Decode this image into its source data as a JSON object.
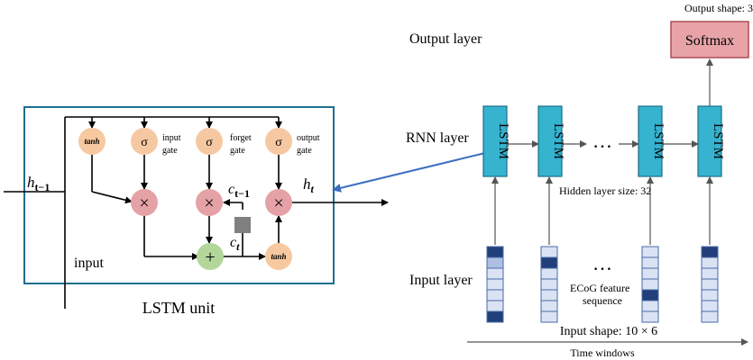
{
  "lstm_unit": {
    "caption": "LSTM unit",
    "h_prev": "h",
    "h_prev_sub": "t−1",
    "h_out": "h",
    "h_out_sub": "t",
    "c_prev": "c",
    "c_prev_sub": "t−1",
    "c_cur": "c",
    "c_cur_sub": "t",
    "input_label": "input",
    "tanh_top": "tanh",
    "tanh_bottom": "tanh",
    "sigma_symbol": "σ",
    "times_symbol": "×",
    "plus_symbol": "+",
    "input_gate": [
      "input",
      "gate"
    ],
    "forget_gate": [
      "forget",
      "gate"
    ],
    "output_gate": [
      "output",
      "gate"
    ]
  },
  "network": {
    "output_layer_label": "Output layer",
    "rnn_layer_label": "RNN layer",
    "input_layer_label": "Input layer",
    "softmax_label": "Softmax",
    "output_shape_label": "Output shape: 3",
    "lstm_cell_label": "LSTM",
    "ellipsis": "…",
    "hidden_size_label": "Hidden layer size: 32",
    "feature_label": [
      "ECoG feature",
      "sequence"
    ],
    "input_shape_label": "Input shape:",
    "input_shape_value": "10 × 6",
    "time_axis_label": "Time windows",
    "input_vectors": [
      [
        2,
        1,
        0,
        0,
        0,
        0,
        2
      ],
      [
        0,
        2,
        0,
        0,
        0,
        0,
        0
      ],
      [
        0,
        0,
        0,
        0,
        2,
        0,
        0
      ],
      [
        2,
        0,
        0,
        0,
        0,
        0,
        0
      ]
    ]
  },
  "colors": {
    "unit_border": "#1e6f8e",
    "tanh_fill": "#f7c9a0",
    "sigma_fill": "#f6c8a2",
    "times_fill": "#e4a1a6",
    "plus_fill": "#b3d69a",
    "lstm_fill": "#35b3cf",
    "lstm_border": "#1c6e85",
    "softmax_fill": "#e7a3a8",
    "softmax_border": "#b14b52",
    "vector_light": "#d9e3f3",
    "vector_dark": "#213f7a",
    "vector_mid": "#aebfe3",
    "vector_border": "#4a6aa8",
    "link_arrow": "#3a6fc1",
    "gray_square": "#808080"
  }
}
